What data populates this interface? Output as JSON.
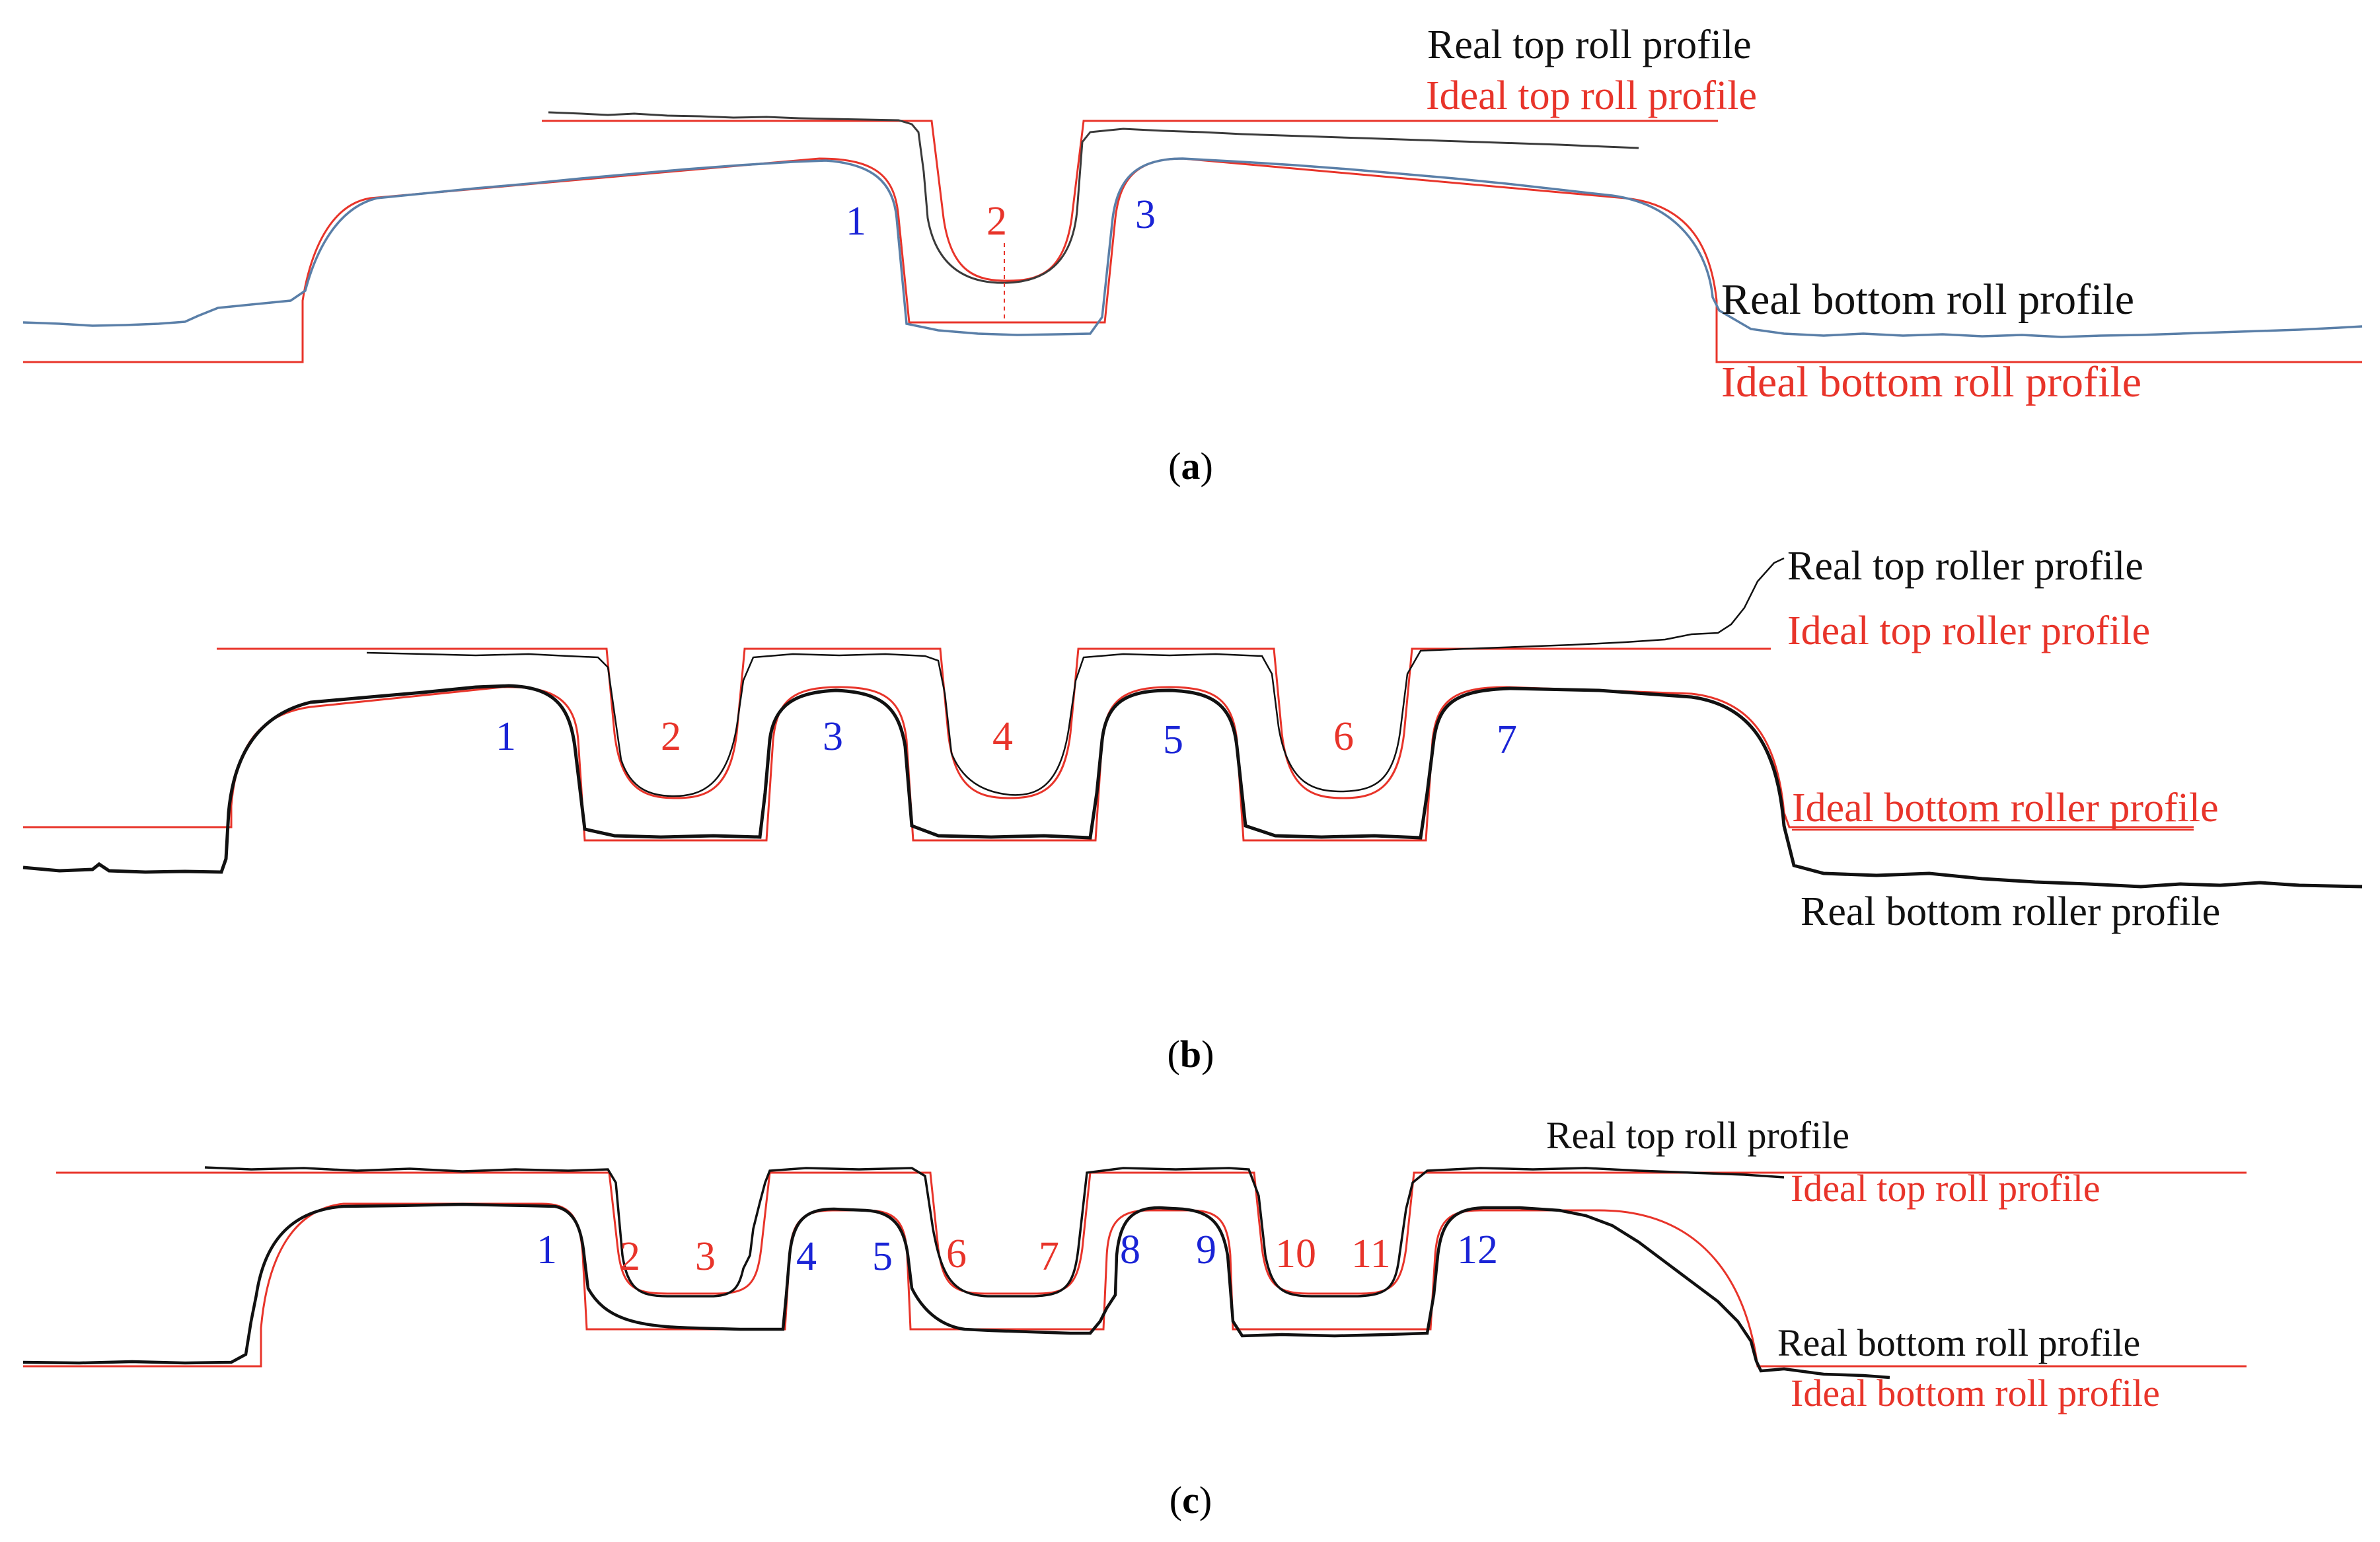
{
  "colors": {
    "ideal": "#e8342a",
    "real": "#111111",
    "real_blue": "#5a7fa8",
    "label_real": "#111111",
    "label_ideal": "#e8342a",
    "num_blue": "#1a24d6",
    "num_red": "#e8342a"
  },
  "panels": [
    {
      "id": "a",
      "caption_open": "(",
      "caption_letter": "a",
      "caption_close": ")",
      "labels": {
        "real_top": "Real top roll profile",
        "ideal_top": "Ideal top roll profile",
        "real_bottom": "Real bottom roll profile",
        "ideal_bottom": "Ideal bottom roll profile"
      },
      "numbers": [
        {
          "text": "1",
          "color": "blue"
        },
        {
          "text": "2",
          "color": "red"
        },
        {
          "text": "3",
          "color": "blue"
        }
      ]
    },
    {
      "id": "b",
      "caption_open": "(",
      "caption_letter": "b",
      "caption_close": ")",
      "labels": {
        "real_top": "Real top roller profile",
        "ideal_top": "Ideal top roller profile",
        "real_bottom": "Real bottom roller profile",
        "ideal_bottom": "Ideal bottom roller profile"
      },
      "numbers": [
        {
          "text": "1",
          "color": "blue"
        },
        {
          "text": "2",
          "color": "red"
        },
        {
          "text": "3",
          "color": "blue"
        },
        {
          "text": "4",
          "color": "red"
        },
        {
          "text": "5",
          "color": "blue"
        },
        {
          "text": "6",
          "color": "red"
        },
        {
          "text": "7",
          "color": "blue"
        }
      ]
    },
    {
      "id": "c",
      "caption_open": "(",
      "caption_letter": "c",
      "caption_close": ")",
      "labels": {
        "real_top": "Real top roll profile",
        "ideal_top": "Ideal top roll profile",
        "real_bottom": "Real bottom roll profile",
        "ideal_bottom": "Ideal bottom roll profile"
      },
      "numbers": [
        {
          "text": "1",
          "color": "blue"
        },
        {
          "text": "2",
          "color": "red"
        },
        {
          "text": "3",
          "color": "red"
        },
        {
          "text": "4",
          "color": "blue"
        },
        {
          "text": "5",
          "color": "blue"
        },
        {
          "text": "6",
          "color": "red"
        },
        {
          "text": "7",
          "color": "red"
        },
        {
          "text": "8",
          "color": "blue"
        },
        {
          "text": "9",
          "color": "blue"
        },
        {
          "text": "10",
          "color": "red"
        },
        {
          "text": "11",
          "color": "red"
        },
        {
          "text": "12",
          "color": "blue"
        }
      ]
    }
  ]
}
